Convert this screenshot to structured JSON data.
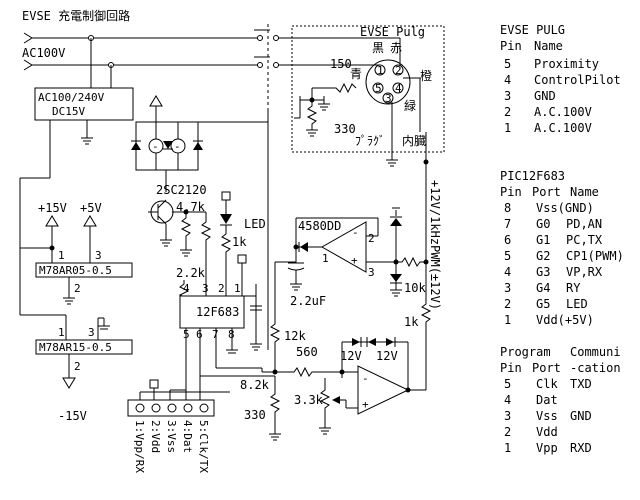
{
  "title": "EVSE 充電制御回路",
  "input": {
    "label": "AC100V"
  },
  "psu": {
    "line1": "AC100/240V",
    "line2": "DC15V"
  },
  "plug": {
    "title": "EVSE Pulg",
    "color_black": "黒",
    "color_red": "赤",
    "color_blue": "青",
    "color_orange": "橙",
    "color_green": "緑",
    "r150": "150",
    "r330": "330",
    "plug_label": "ﾌﾟﾗｸﾞ",
    "internal_label": "内臓",
    "pin1": "1",
    "pin2": "2",
    "pin3": "3",
    "pin4": "4",
    "pin5": "5"
  },
  "parts": {
    "transistor": "2SC2120",
    "r47k": "4.7k",
    "led": "LED",
    "r1k_led": "1k",
    "opamp_top": "4580DD",
    "cap": "2.2uF",
    "r10k": "10k",
    "r1k_right": "1k",
    "r22k": "2.2k",
    "mcu": "12F683",
    "r12k": "12k",
    "r560": "560",
    "z12v_a": "12V",
    "z12v_b": "12V",
    "r82k": "8.2k",
    "r33k": "3.3k",
    "r330_bottom": "330",
    "pwm_label": "+12V/1kHzPWM(±12V)",
    "p15": "+15V",
    "p5": "+5V",
    "m15": "-15V",
    "reg5": "M78AR05-0.5",
    "reg15": "M78AR15-0.5",
    "reg5_pin1": "1",
    "reg5_pin3": "3",
    "reg5_pin2": "2",
    "reg15_pin1": "1",
    "reg15_pin3": "3",
    "reg15_pin2": "2",
    "mcu_pins": [
      "5",
      "6",
      "7",
      "8",
      "4",
      "3",
      "2",
      "1"
    ],
    "op1_pins": [
      "1",
      "2",
      "3"
    ],
    "minus": "-",
    "plus": "+"
  },
  "header_labels": [
    "1:Vpp/RX",
    "2:Vdd",
    "3:Vss",
    "4:Dat",
    "5:Clk/TX"
  ],
  "tables": {
    "plug": {
      "title": "EVSE PULG",
      "head": [
        "Pin",
        "Name"
      ],
      "rows": [
        [
          "5",
          "Proximity"
        ],
        [
          "4",
          "ControlPilot"
        ],
        [
          "3",
          "GND"
        ],
        [
          "2",
          "A.C.100V"
        ],
        [
          "1",
          "A.C.100V"
        ]
      ]
    },
    "pic": {
      "title": "PIC12F683",
      "head": [
        "Pin",
        "Port",
        "Name"
      ],
      "rows": [
        [
          "8",
          "",
          "Vss(GND)"
        ],
        [
          "7",
          "G0",
          "PD,AN"
        ],
        [
          "6",
          "G1",
          "PC,TX"
        ],
        [
          "5",
          "G2",
          "CP1(PWM)"
        ],
        [
          "4",
          "G3",
          "VP,RX"
        ],
        [
          "3",
          "G4",
          "RY"
        ],
        [
          "2",
          "G5",
          "LED"
        ],
        [
          "1",
          "",
          "Vdd(+5V)"
        ]
      ]
    },
    "prog": {
      "title1": "Program",
      "title2": "Communi",
      "head": [
        "Pin",
        "Port",
        "-cation"
      ],
      "rows": [
        [
          "5",
          "Clk",
          "TXD"
        ],
        [
          "4",
          "Dat",
          ""
        ],
        [
          "3",
          "Vss",
          "GND"
        ],
        [
          "2",
          "Vdd",
          ""
        ],
        [
          "1",
          "Vpp",
          "RXD"
        ]
      ]
    }
  }
}
